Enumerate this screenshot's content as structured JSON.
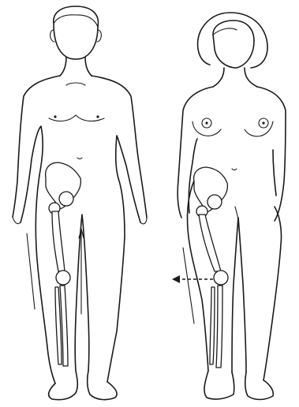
{
  "figure": {
    "figures": [
      {
        "id": "male",
        "icon": "male-body-outline"
      },
      {
        "id": "female",
        "icon": "female-body-outline"
      }
    ],
    "colors": {
      "ink": "#1a1a1a",
      "background": "#ffffff"
    }
  }
}
